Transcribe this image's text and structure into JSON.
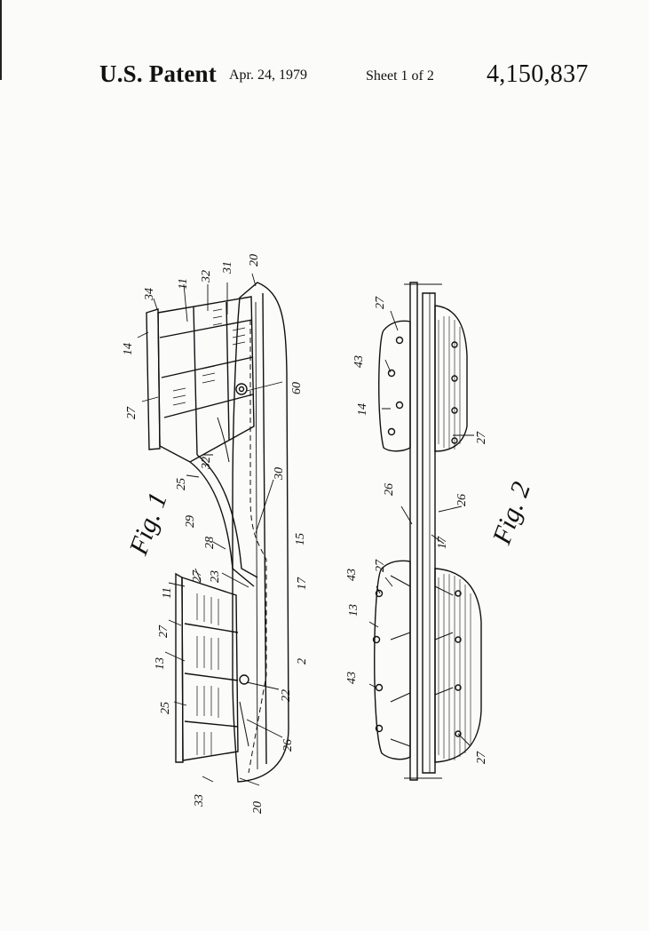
{
  "header": {
    "title": "U.S. Patent",
    "date": "Apr. 24, 1979",
    "sheet": "Sheet 1 of 2",
    "patent_number": "4,150,837"
  },
  "figures": {
    "fig1": {
      "caption": "Fig. 1",
      "labels": {
        "l34": "34",
        "l11a": "11",
        "l32a": "32",
        "l31": "31",
        "l20a": "20",
        "l14": "14",
        "l27a": "27",
        "l60": "60",
        "l32b": "32",
        "l25a": "25",
        "l29": "29",
        "l30": "30",
        "l28": "28",
        "l15": "15",
        "l23": "23",
        "l27b": "27",
        "l11b": "11",
        "l17": "17",
        "l27c": "27",
        "l13": "13",
        "l2": "2",
        "l25b": "25",
        "l22": "22",
        "l26": "26",
        "l33": "33",
        "l20b": "20"
      }
    },
    "fig2": {
      "caption": "Fig. 2",
      "labels": {
        "l27a": "27",
        "l43a": "43",
        "l14": "14",
        "l27b": "27",
        "l26a": "26",
        "l26b": "26",
        "l17": "17",
        "l43b": "43",
        "l27c": "27",
        "l13": "13",
        "l43c": "43",
        "l27d": "27"
      }
    }
  }
}
